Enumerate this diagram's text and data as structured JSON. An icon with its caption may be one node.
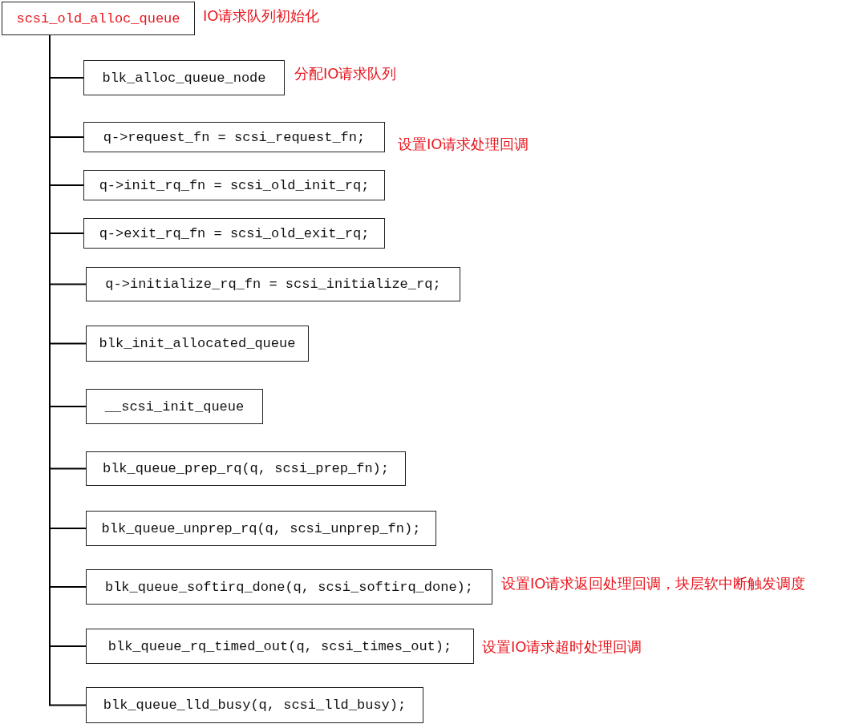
{
  "diagram": {
    "nodes": [
      {
        "text": [
          "scsi_old_alloc_queue"
        ],
        "beside": [
          "IO请求队列初始化"
        ]
      },
      {
        "text": [
          "blk_alloc_queue_node"
        ],
        "beside": [
          "分配IO请求队列"
        ]
      },
      {
        "text": [
          "q->request_fn = scsi_request_fn;"
        ],
        "beside": [
          "设置IO请求处理回调"
        ]
      },
      {
        "text": [
          "q->init_rq_fn = scsi_old_init_rq;"
        ]
      },
      {
        "text": [
          "q->exit_rq_fn = scsi_old_exit_rq;"
        ]
      },
      {
        "text": [
          "q->initialize_rq_fn = scsi_initialize_rq;"
        ]
      },
      {
        "text": [
          "blk_init_allocated_queue"
        ]
      },
      {
        "text": [
          "__scsi_init_queue"
        ]
      },
      {
        "text": [
          "blk_queue_prep_rq(q, scsi_prep_fn);"
        ]
      },
      {
        "text": [
          "blk_queue_unprep_rq(q, scsi_unprep_fn);"
        ]
      },
      {
        "text": [
          "blk_queue_softirq_done(q, scsi_softirq_done);"
        ],
        "beside": [
          "设置IO请求返回处理回调，块层软中断触发调度"
        ]
      },
      {
        "text": [
          "blk_queue_rq_timed_out(q, scsi_times_out);"
        ],
        "beside": [
          "设置IO请求超时处理回调"
        ]
      },
      {
        "text": [
          "blk_queue_lld_busy(q, scsi_lld_busy);"
        ]
      }
    ],
    "edges": [
      {
        "from": 0,
        "to": 1,
        "arrow": "none"
      },
      {
        "from": 0,
        "to": 2,
        "arrow": "none"
      },
      {
        "from": 0,
        "to": 3,
        "arrow": "none"
      },
      {
        "from": 0,
        "to": 4,
        "arrow": "none"
      },
      {
        "from": 0,
        "to": 5,
        "arrow": "none"
      },
      {
        "from": 0,
        "to": 6,
        "arrow": "none"
      },
      {
        "from": 0,
        "to": 7,
        "arrow": "none"
      },
      {
        "from": 0,
        "to": 8,
        "arrow": "none"
      },
      {
        "from": 0,
        "to": 9,
        "arrow": "none"
      },
      {
        "from": 0,
        "to": 10,
        "arrow": "none"
      },
      {
        "from": 0,
        "to": 11,
        "arrow": "none"
      },
      {
        "from": 0,
        "to": 12,
        "arrow": "none"
      }
    ]
  }
}
